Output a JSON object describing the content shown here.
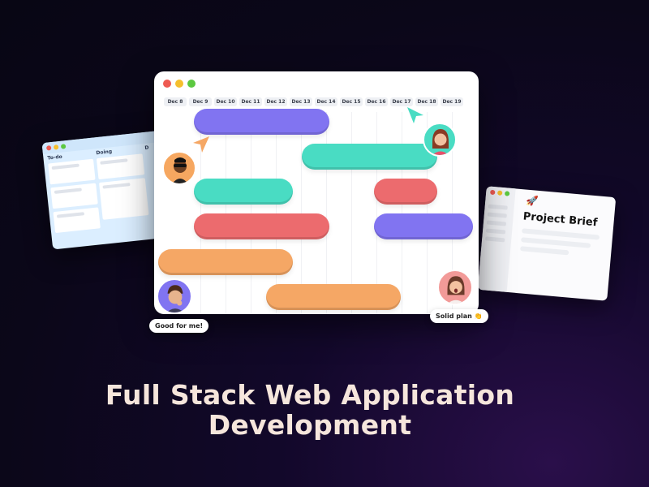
{
  "kanban": {
    "columns": [
      "To-do",
      "Doing",
      "D"
    ]
  },
  "gantt": {
    "dates": [
      "Dec 8",
      "Dec 9",
      "Dec 10",
      "Dec 11",
      "Dec 12",
      "Dec 13",
      "Dec 14",
      "Dec 15",
      "Dec 16",
      "Dec 17",
      "Dec 18",
      "Dec 19"
    ],
    "task_colors": {
      "purple": "#8174f1",
      "teal": "#49dcc3",
      "coral": "#ec6b6e",
      "orange": "#f5a765"
    }
  },
  "brief": {
    "icon": "rocket-icon",
    "title": "Project Brief"
  },
  "comments": {
    "left": "Good for me!",
    "right": "Solid plan 👏"
  },
  "headline": {
    "line1": "Full Stack Web Application",
    "line2": "Development"
  }
}
